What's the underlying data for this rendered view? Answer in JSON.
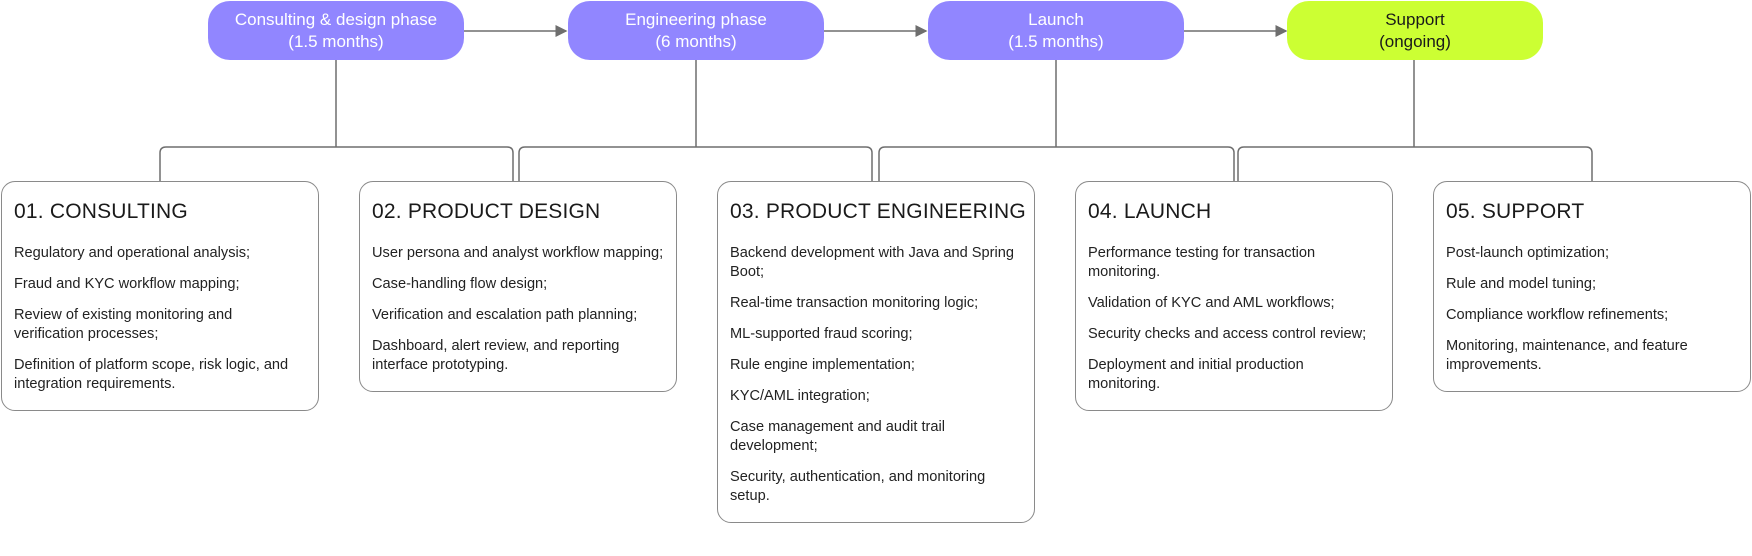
{
  "colors": {
    "phase_purple": "#9186ff",
    "phase_green": "#ccff33",
    "connector": "#6e6e6e",
    "card_border": "#8a8a8a"
  },
  "phases": [
    {
      "name": "Consulting & design phase",
      "duration": "(1.5 months)",
      "color": "#9186ff",
      "text_color": "#ffffff"
    },
    {
      "name": "Engineering phase",
      "duration": "(6 months)",
      "color": "#9186ff",
      "text_color": "#ffffff"
    },
    {
      "name": "Launch",
      "duration": "(1.5 months)",
      "color": "#9186ff",
      "text_color": "#ffffff"
    },
    {
      "name": "Support",
      "duration": "(ongoing)",
      "color": "#ccff33",
      "text_color": "#1a1a1a"
    }
  ],
  "stages": [
    {
      "title": "01. CONSULTING",
      "items": [
        "Regulatory and operational analysis;",
        "Fraud and KYC workflow mapping;",
        "Review of existing monitoring and verification processes;",
        "Definition of platform scope, risk logic, and integration requirements."
      ]
    },
    {
      "title": "02. PRODUCT DESIGN",
      "items": [
        "User persona and analyst workflow mapping;",
        "Case-handling flow design;",
        "Verification and escalation path planning;",
        "Dashboard, alert review, and reporting interface prototyping."
      ]
    },
    {
      "title": "03. PRODUCT ENGINEERING",
      "items": [
        "Backend development with Java and Spring Boot;",
        "Real-time transaction monitoring logic;",
        "ML-supported fraud scoring;",
        "Rule engine implementation;",
        "KYC/AML integration;",
        "Case management and audit trail development;",
        "Security, authentication, and monitoring setup."
      ]
    },
    {
      "title": "04. LAUNCH",
      "items": [
        "Performance testing for transaction monitoring.",
        "Validation of KYC and AML workflows;",
        "Security checks and access control review;",
        "Deployment and initial production monitoring."
      ]
    },
    {
      "title": "05. SUPPORT",
      "items": [
        "Post-launch optimization;",
        "Rule and model tuning;",
        "Compliance workflow refinements;",
        "Monitoring, maintenance, and feature improvements."
      ]
    }
  ]
}
